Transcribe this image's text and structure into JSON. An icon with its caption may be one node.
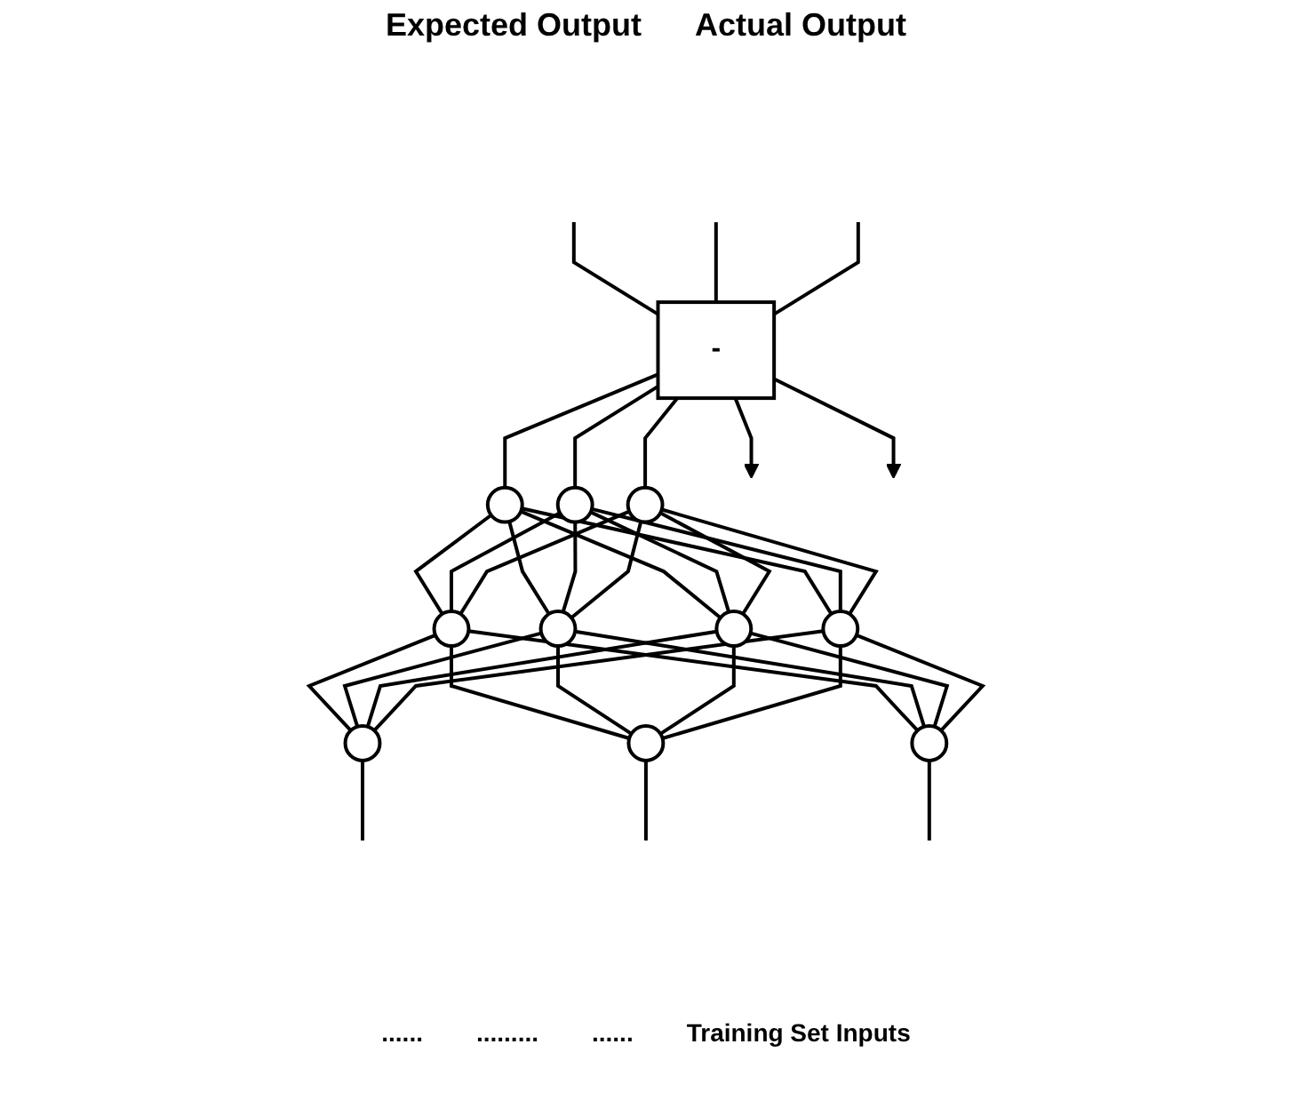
{
  "diagram": {
    "nodes": [
      {
        "text": [
          "-"
        ]
      },
      {
        "text": [],
        "shape": "circle"
      },
      {
        "text": [],
        "shape": "circle"
      },
      {
        "text": [],
        "shape": "circle"
      },
      {
        "text": [],
        "shape": "circle"
      },
      {
        "text": [],
        "shape": "circle"
      },
      {
        "text": [],
        "shape": "circle"
      },
      {
        "text": [],
        "shape": "circle"
      },
      {
        "text": [],
        "shape": "circle"
      },
      {
        "text": [],
        "shape": "circle"
      },
      {
        "text": [],
        "shape": "circle"
      }
    ],
    "edges": [
      {
        "from": null,
        "to": 0,
        "arrow": "none"
      },
      {
        "from": null,
        "to": 0,
        "arrow": "none"
      },
      {
        "from": null,
        "to": 0,
        "arrow": "none"
      },
      {
        "from": 0,
        "to": 1,
        "arrow": "none"
      },
      {
        "from": 0,
        "to": 2,
        "arrow": "none"
      },
      {
        "from": 0,
        "to": 3,
        "arrow": "none"
      },
      {
        "from": 0,
        "to": null,
        "arrow": "to"
      },
      {
        "from": 0,
        "to": null,
        "arrow": "to"
      },
      {
        "from": 1,
        "to": 4,
        "arrow": "none"
      },
      {
        "from": 1,
        "to": 5,
        "arrow": "none"
      },
      {
        "from": 1,
        "to": 6,
        "arrow": "none"
      },
      {
        "from": 1,
        "to": 7,
        "arrow": "none"
      },
      {
        "from": 2,
        "to": 4,
        "arrow": "none"
      },
      {
        "from": 2,
        "to": 5,
        "arrow": "none"
      },
      {
        "from": 2,
        "to": 6,
        "arrow": "none"
      },
      {
        "from": 2,
        "to": 7,
        "arrow": "none"
      },
      {
        "from": 3,
        "to": 4,
        "arrow": "none"
      },
      {
        "from": 3,
        "to": 5,
        "arrow": "none"
      },
      {
        "from": 3,
        "to": 6,
        "arrow": "none"
      },
      {
        "from": 3,
        "to": 7,
        "arrow": "none"
      },
      {
        "from": 4,
        "to": 8,
        "arrow": "none"
      },
      {
        "from": 4,
        "to": 9,
        "arrow": "none"
      },
      {
        "from": 4,
        "to": 10,
        "arrow": "none"
      },
      {
        "from": 5,
        "to": 8,
        "arrow": "none"
      },
      {
        "from": 5,
        "to": 9,
        "arrow": "none"
      },
      {
        "from": 5,
        "to": 10,
        "arrow": "none"
      },
      {
        "from": 6,
        "to": 8,
        "arrow": "none"
      },
      {
        "from": 6,
        "to": 9,
        "arrow": "none"
      },
      {
        "from": 6,
        "to": 10,
        "arrow": "none"
      },
      {
        "from": 7,
        "to": 8,
        "arrow": "none"
      },
      {
        "from": 7,
        "to": 9,
        "arrow": "none"
      },
      {
        "from": 7,
        "to": 10,
        "arrow": "none"
      },
      {
        "from": 8,
        "to": null,
        "arrow": "none"
      },
      {
        "from": 9,
        "to": null,
        "arrow": "none"
      },
      {
        "from": 10,
        "to": null,
        "arrow": "none"
      }
    ],
    "labels": [
      "Expected Output",
      "Actual Output",
      "......",
      ".........",
      "......",
      "Training Set Inputs"
    ]
  }
}
